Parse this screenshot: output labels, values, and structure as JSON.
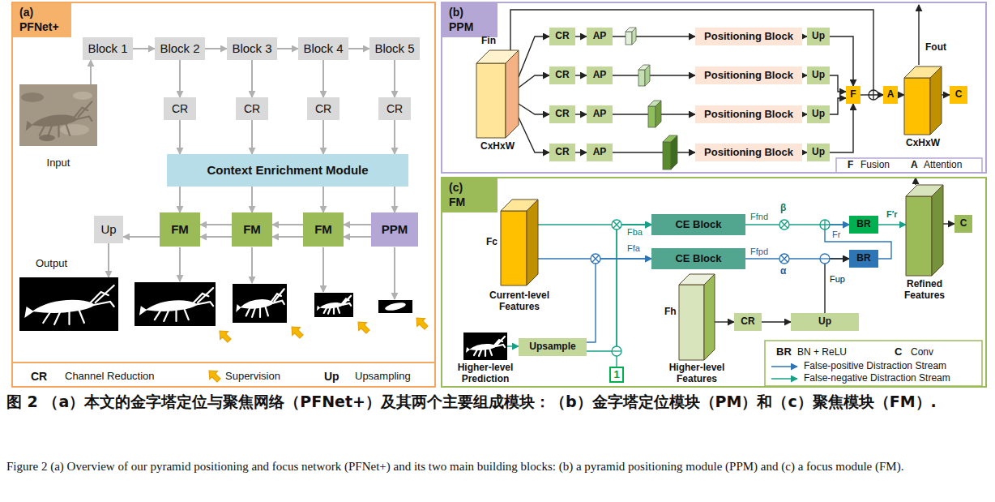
{
  "diagram": {
    "caption": "图 2 （a）本文的金字塔定位与聚焦网络（PFNet+）及其两个主要组成模块：（b）金字塔定位模块（PM）和（c）聚焦模块（FM）.",
    "nodes": [
      {
        "text": [
          "(a)",
          "PFNet+"
        ]
      },
      {
        "text": [
          "Block 1"
        ],
        "in": 0
      },
      {
        "text": [
          "Block 2"
        ],
        "in": 0
      },
      {
        "text": [
          "Block 3"
        ],
        "in": 0
      },
      {
        "text": [
          "Block 4"
        ],
        "in": 0
      },
      {
        "text": [
          "Block 5"
        ],
        "in": 0
      },
      {
        "text": [
          "Input"
        ],
        "in": 0
      },
      {
        "text": [
          "CR"
        ],
        "in": 0
      },
      {
        "text": [
          "CR"
        ],
        "in": 0
      },
      {
        "text": [
          "CR"
        ],
        "in": 0
      },
      {
        "text": [
          "CR"
        ],
        "in": 0
      },
      {
        "text": [
          "Context Enrichment Module"
        ],
        "in": 0
      },
      {
        "text": [
          "Up"
        ],
        "in": 0
      },
      {
        "text": [
          "FM"
        ],
        "in": 0
      },
      {
        "text": [
          "FM"
        ],
        "in": 0
      },
      {
        "text": [
          "FM"
        ],
        "in": 0
      },
      {
        "text": [
          "PPM"
        ],
        "in": 0
      },
      {
        "text": [
          "Output"
        ],
        "in": 0
      },
      {
        "text": [
          "(b)",
          "PPM"
        ]
      },
      {
        "text": [
          "Fin",
          "CxHxW"
        ],
        "in": 18
      },
      {
        "text": [
          "CR"
        ],
        "in": 18
      },
      {
        "text": [
          "AP"
        ],
        "in": 18
      },
      {
        "text": [
          "Positioning Block"
        ],
        "in": 18
      },
      {
        "text": [
          "Up"
        ],
        "in": 18
      },
      {
        "text": [
          "CR"
        ],
        "in": 18
      },
      {
        "text": [
          "AP"
        ],
        "in": 18
      },
      {
        "text": [
          "Positioning Block"
        ],
        "in": 18
      },
      {
        "text": [
          "Up"
        ],
        "in": 18
      },
      {
        "text": [
          "CR"
        ],
        "in": 18
      },
      {
        "text": [
          "AP"
        ],
        "in": 18
      },
      {
        "text": [
          "Positioning Block"
        ],
        "in": 18
      },
      {
        "text": [
          "Up"
        ],
        "in": 18
      },
      {
        "text": [
          "CR"
        ],
        "in": 18
      },
      {
        "text": [
          "AP"
        ],
        "in": 18
      },
      {
        "text": [
          "Positioning Block"
        ],
        "in": 18
      },
      {
        "text": [
          "Up"
        ],
        "in": 18
      },
      {
        "text": [
          "F"
        ],
        "in": 18
      },
      {
        "text": [
          "A"
        ],
        "in": 18
      },
      {
        "text": [
          "Fout",
          "CxHxW"
        ],
        "in": 18
      },
      {
        "text": [
          "C"
        ],
        "in": 18
      },
      {
        "text": [
          "(c)",
          "FM"
        ]
      },
      {
        "text": [
          "Fc",
          "Current-level Features"
        ],
        "in": 40
      },
      {
        "text": [
          "CE Block"
        ],
        "in": 40
      },
      {
        "text": [
          "BR"
        ],
        "in": 40
      },
      {
        "text": [
          "CE Block"
        ],
        "in": 40
      },
      {
        "text": [
          "BR"
        ],
        "in": 40
      },
      {
        "text": [
          "Fh",
          "Higher-level Features"
        ],
        "in": 40
      },
      {
        "text": [
          "CR"
        ],
        "in": 40
      },
      {
        "text": [
          "Up"
        ],
        "in": 40
      },
      {
        "text": [
          "Refined Features"
        ],
        "in": 40
      },
      {
        "text": [
          "C"
        ],
        "in": 40
      },
      {
        "text": [
          "Higher-level Prediction"
        ],
        "in": 40
      },
      {
        "text": [
          "Upsample"
        ],
        "in": 40
      },
      {
        "text": [
          "1"
        ],
        "in": 40
      }
    ],
    "edges": [
      {
        "from": 6,
        "to": 1,
        "arrow": "to"
      },
      {
        "from": 1,
        "to": 2,
        "arrow": "to"
      },
      {
        "from": 2,
        "to": 3,
        "arrow": "to"
      },
      {
        "from": 3,
        "to": 4,
        "arrow": "to"
      },
      {
        "from": 4,
        "to": 5,
        "arrow": "to"
      },
      {
        "from": 2,
        "to": 7,
        "arrow": "to"
      },
      {
        "from": 3,
        "to": 8,
        "arrow": "to"
      },
      {
        "from": 4,
        "to": 9,
        "arrow": "to"
      },
      {
        "from": 5,
        "to": 10,
        "arrow": "to"
      },
      {
        "from": 7,
        "to": 11,
        "arrow": "to"
      },
      {
        "from": 8,
        "to": 11,
        "arrow": "to"
      },
      {
        "from": 9,
        "to": 11,
        "arrow": "to"
      },
      {
        "from": 10,
        "to": 11,
        "arrow": "to"
      },
      {
        "from": 11,
        "to": 13,
        "arrow": "to"
      },
      {
        "from": 11,
        "to": 14,
        "arrow": "to"
      },
      {
        "from": 11,
        "to": 15,
        "arrow": "to"
      },
      {
        "from": 11,
        "to": 16,
        "arrow": "to"
      },
      {
        "from": 16,
        "to": 15,
        "arrow": "to"
      },
      {
        "from": 16,
        "to": 15,
        "arrow": "to"
      },
      {
        "from": 15,
        "to": 14,
        "arrow": "to"
      },
      {
        "from": 15,
        "to": 14,
        "arrow": "to"
      },
      {
        "from": 14,
        "to": 13,
        "arrow": "to"
      },
      {
        "from": 14,
        "to": 13,
        "arrow": "to"
      },
      {
        "from": 13,
        "to": 12,
        "arrow": "to"
      },
      {
        "from": 12,
        "to": 17,
        "arrow": "to"
      },
      {
        "from": 19,
        "to": 20,
        "arrow": "to"
      },
      {
        "from": 19,
        "to": 24,
        "arrow": "to"
      },
      {
        "from": 19,
        "to": 28,
        "arrow": "to"
      },
      {
        "from": 19,
        "to": 32,
        "arrow": "to"
      },
      {
        "from": 20,
        "to": 21,
        "arrow": "to"
      },
      {
        "from": 24,
        "to": 25,
        "arrow": "to"
      },
      {
        "from": 28,
        "to": 29,
        "arrow": "to"
      },
      {
        "from": 32,
        "to": 33,
        "arrow": "to"
      },
      {
        "from": 21,
        "to": 22,
        "arrow": "to"
      },
      {
        "from": 25,
        "to": 26,
        "arrow": "to"
      },
      {
        "from": 29,
        "to": 30,
        "arrow": "to"
      },
      {
        "from": 33,
        "to": 34,
        "arrow": "to"
      },
      {
        "from": 22,
        "to": 23,
        "arrow": "to"
      },
      {
        "from": 26,
        "to": 27,
        "arrow": "to"
      },
      {
        "from": 30,
        "to": 31,
        "arrow": "to"
      },
      {
        "from": 34,
        "to": 35,
        "arrow": "to"
      },
      {
        "from": 23,
        "to": 36,
        "arrow": "to"
      },
      {
        "from": 27,
        "to": 36,
        "arrow": "to"
      },
      {
        "from": 31,
        "to": 36,
        "arrow": "to"
      },
      {
        "from": 35,
        "to": 36,
        "arrow": "to"
      },
      {
        "from": 36,
        "to": 37,
        "arrow": "to"
      },
      {
        "from": 19,
        "to": 37,
        "arrow": "to"
      },
      {
        "from": 37,
        "to": 38,
        "arrow": "to"
      },
      {
        "from": 38,
        "to": 39,
        "arrow": "to"
      },
      {
        "from": 41,
        "to": 42,
        "arrow": "to"
      },
      {
        "from": 41,
        "to": 44,
        "arrow": "to"
      },
      {
        "from": 42,
        "to": 43,
        "arrow": "to"
      },
      {
        "from": 44,
        "to": 45,
        "arrow": "to"
      },
      {
        "from": 43,
        "to": 49,
        "arrow": "to"
      },
      {
        "from": 45,
        "to": 43,
        "arrow": "to"
      },
      {
        "from": 49,
        "to": 50,
        "arrow": "to"
      },
      {
        "from": 46,
        "to": 47,
        "arrow": "to"
      },
      {
        "from": 47,
        "to": 48,
        "arrow": "to"
      },
      {
        "from": 48,
        "to": 45,
        "arrow": "to"
      },
      {
        "from": 51,
        "to": 52,
        "arrow": "to"
      },
      {
        "from": 52,
        "to": 42,
        "arrow": "to"
      },
      {
        "from": 53,
        "to": 42,
        "arrow": "to"
      },
      {
        "from": 52,
        "to": 44,
        "arrow": "to"
      }
    ],
    "labels": [
      "CR",
      "Up",
      "F",
      "A",
      "Fba",
      "Ffa",
      "Ffnd",
      "β",
      "Ffpd",
      "α",
      "F′r",
      "Fr",
      "Fup",
      "BR",
      "C",
      "Figure 2 (a) Overview of our pyramid positioning and focus network (PFNet+) and its two main building blocks: (b) a pyramid positioning module (PPM) and (c) a focus module (FM)."
    ],
    "legend": [
      {
        "text": "Channel Reduction"
      },
      {
        "text": "Supervision"
      },
      {
        "text": "Upsampling"
      },
      {
        "text": "Fusion"
      },
      {
        "text": "Attention"
      },
      {
        "text": "BN + ReLU"
      },
      {
        "text": "Conv"
      },
      {
        "text": "False-positive Distraction Stream"
      },
      {
        "text": "False-negative Distraction Stream"
      }
    ]
  }
}
